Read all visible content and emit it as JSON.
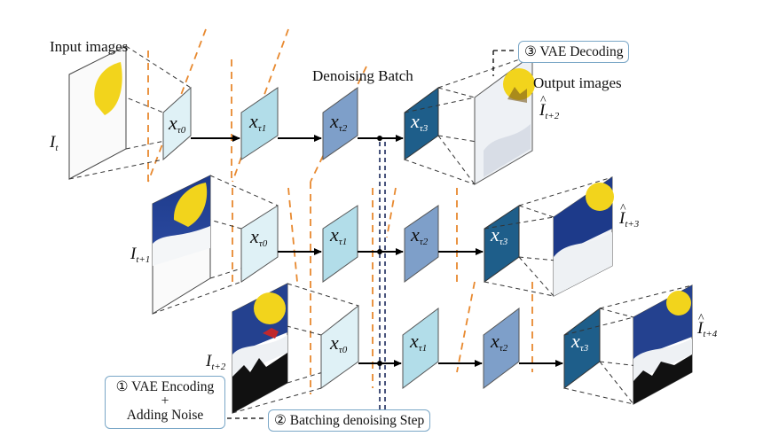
{
  "labels": {
    "input_images": "Input images",
    "denoising_batch": "Denoising Batch",
    "output_images": "Output images",
    "vae_decoding": "③ VAE Decoding",
    "vae_encoding_line1": "① VAE Encoding",
    "vae_encoding_plus": "+",
    "vae_encoding_line2": "Adding Noise",
    "batching_step": "② Batching denoising Step"
  },
  "input_labels": [
    {
      "base": "I",
      "sub": "t"
    },
    {
      "base": "I",
      "sub": "t+1"
    },
    {
      "base": "I",
      "sub": "t+2"
    }
  ],
  "output_labels": [
    {
      "hat": "^",
      "base": "I",
      "sub": "t+2"
    },
    {
      "hat": "^",
      "base": "I",
      "sub": "t+3"
    },
    {
      "hat": "^",
      "base": "I",
      "sub": "t+4"
    }
  ],
  "latent_symbol": "x",
  "latent_subs": [
    "τ0",
    "τ1",
    "τ2",
    "τ3"
  ],
  "colors": {
    "latent_0": "#dff1f6",
    "latent_1": "#b2dde9",
    "latent_2": "#7e9fc9",
    "latent_3": "#1e5e8a",
    "dash_orange": "#e8892f",
    "dash_navy": "#1b2a5c",
    "box_border": "#7aa7c7",
    "moon": "#f2d41c"
  }
}
